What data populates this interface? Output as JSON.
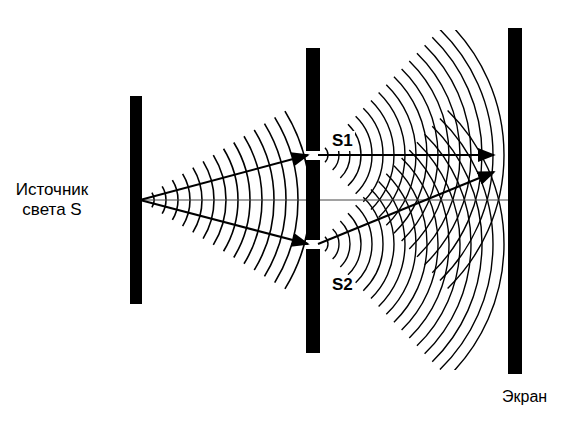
{
  "diagram": {
    "labels": [
      "Источник света S",
      "S1",
      "S2",
      "Экран"
    ]
  }
}
